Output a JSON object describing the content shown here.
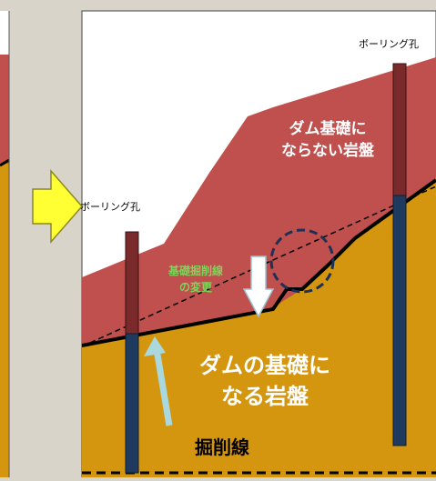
{
  "labels": {
    "boring_hole_right": "ボーリング孔",
    "boring_hole_left": "ボーリング孔",
    "not_foundation_rock": [
      "ダム基礎に",
      "ならない岩盤"
    ],
    "foundation_change": [
      "基礎掘削線",
      "の変更"
    ],
    "foundation_rock": [
      "ダムの基礎に",
      "なる岩盤"
    ],
    "excavation_line": "掘削線"
  },
  "colors": {
    "background": "#d9d4c9",
    "upper_rock": "#c0504d",
    "lower_rock": "#d4960f",
    "boring_hole": "#1f3a5f",
    "boring_hole_red": "#7a2a2a",
    "arrow_yellow": "#ffff33",
    "arrow_light_blue": "#a9d8de",
    "circle_navy": "#1f2f55"
  }
}
